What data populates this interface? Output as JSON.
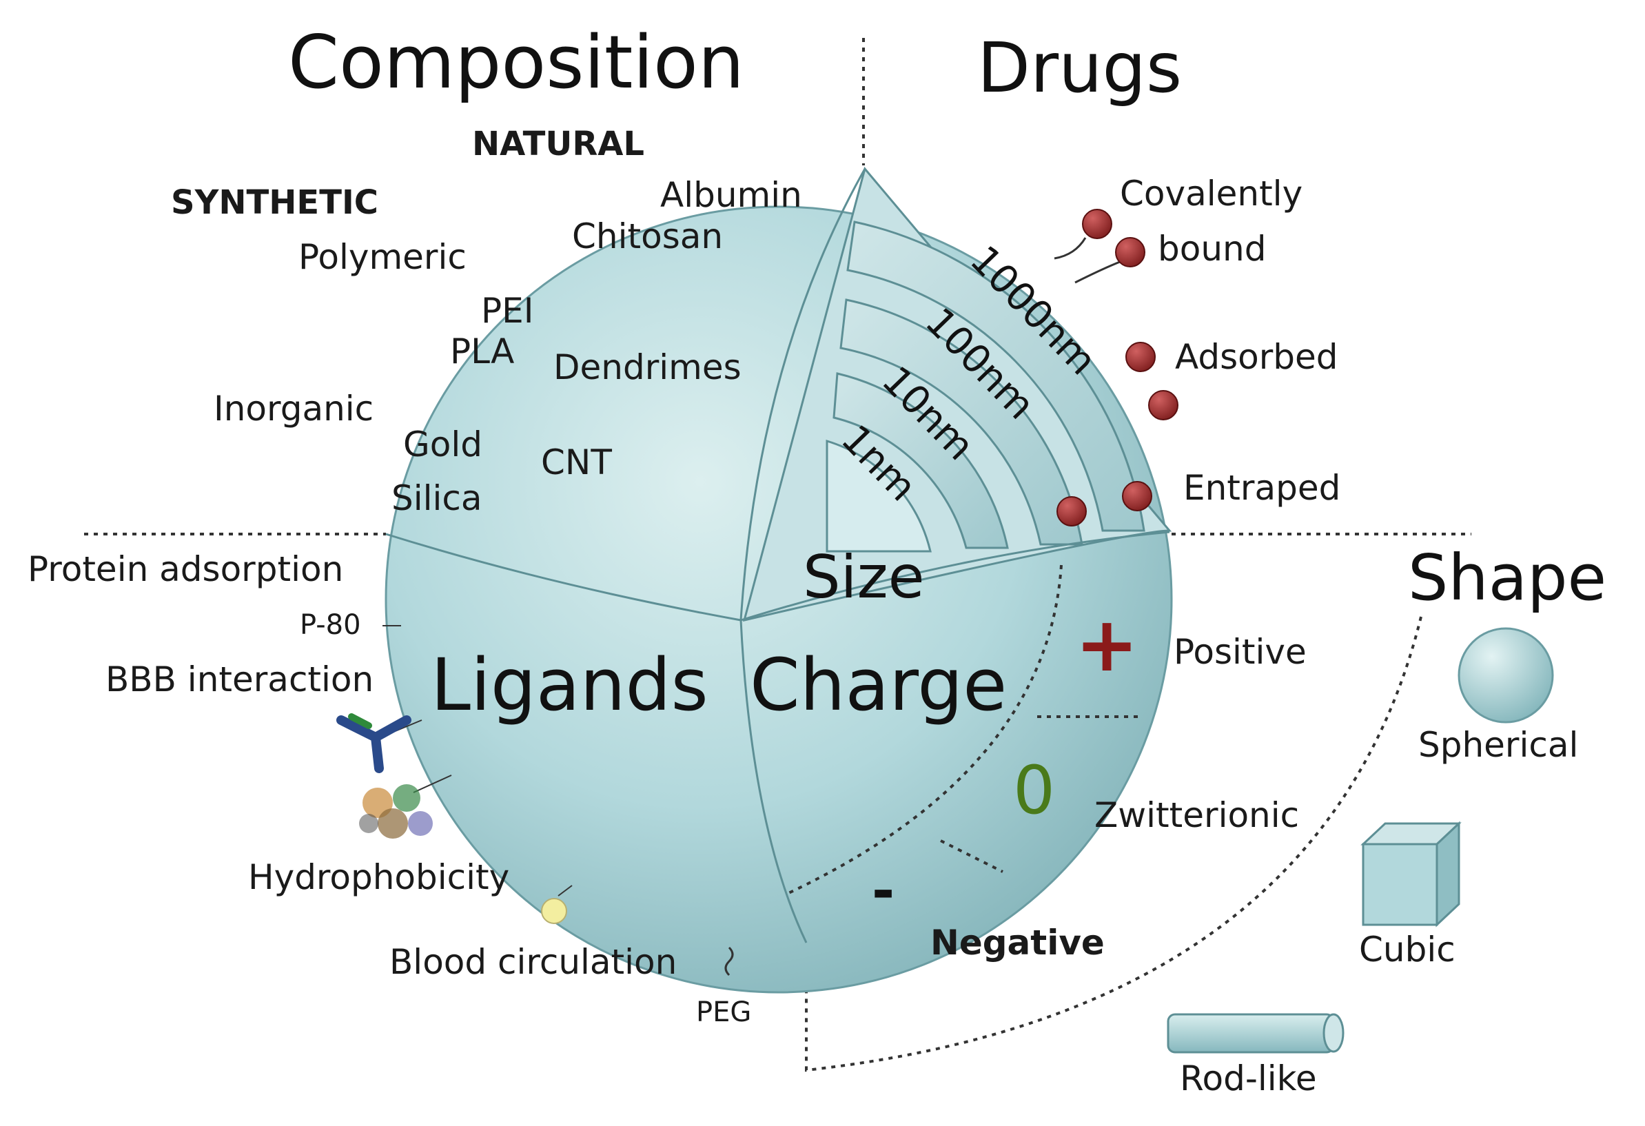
{
  "headings": {
    "composition": "Composition",
    "drugs": "Drugs",
    "shape": "Shape",
    "size": "Size",
    "ligands": "Ligands",
    "charge": "Charge"
  },
  "composition": {
    "natural": "NATURAL",
    "synthetic": "SYNTHETIC",
    "albumin": "Albumin",
    "chitosan": "Chitosan",
    "polymeric": "Polymeric",
    "pei": "PEI",
    "pla": "PLA",
    "dendrimes": "Dendrimes",
    "inorganic": "Inorganic",
    "gold": "Gold",
    "silica": "Silica",
    "cnt": "CNT"
  },
  "drugs": {
    "covalently": "Covalently",
    "bound": "bound",
    "adsorbed": "Adsorbed",
    "entraped": "Entraped"
  },
  "sizes": [
    "1000nm",
    "100nm",
    "10nm",
    "1nm"
  ],
  "charge": {
    "plus": "+",
    "zero": "0",
    "minus": "-",
    "positive": "Positive",
    "zwitterionic": "Zwitterionic",
    "negative": "Negative"
  },
  "ligands": {
    "protein_adsorption": "Protein adsorption",
    "p80": "P-80",
    "bbb": "BBB interaction",
    "hydrophobicity": "Hydrophobicity",
    "blood": "Blood circulation",
    "peg": "PEG"
  },
  "shapes": {
    "spherical": "Spherical",
    "cubic": "Cubic",
    "rod": "Rod-like"
  },
  "colors": {
    "sphere": "#a9d2d6",
    "sphere_dark": "#7fb3b9",
    "drug_dot": "#9b2c2c",
    "plus": "#8b1a1a",
    "zero": "#4a7a1a",
    "peg_dot": "#f3eea0"
  }
}
